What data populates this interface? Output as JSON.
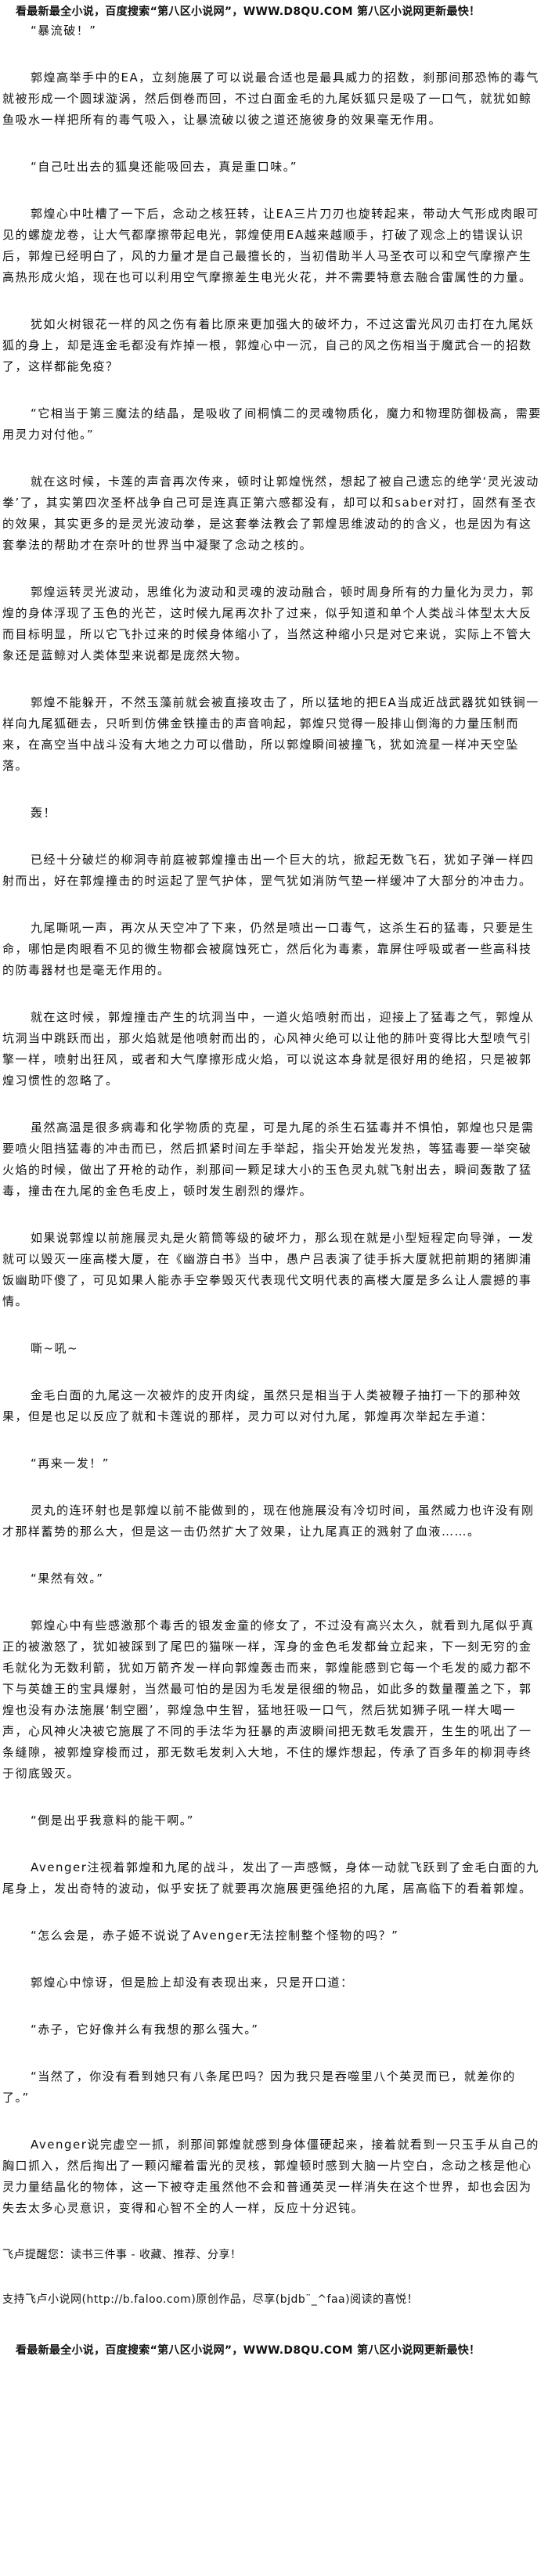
{
  "notice": "看最新最全小说，百度搜索“第八区小说网”，WWW.D8QU.COM 第八区小说网更新最快！",
  "paragraphs": [
    "“暴流破！”",
    "郭煌高举手中的EA，立刻施展了可以说最合适也是最具威力的招数，刹那间那恐怖的毒气就被形成一个圆球漩涡，然后倒卷而回，不过白面金毛的九尾妖狐只是吸了一口气，就犹如鲸鱼吸水一样把所有的毒气吸入，让暴流破以彼之道还施彼身的效果毫无作用。",
    "“自己吐出去的狐臭还能吸回去，真是重口味。”",
    "郭煌心中吐槽了一下后，念动之核狂转，让EA三片刀刃也旋转起来，带动大气形成肉眼可见的螺旋龙卷，让大气都摩擦带起电光，郭煌使用EA越来越顺手，打破了观念上的错误认识后，郭煌已经明白了，风的力量才是自己最擅长的，当初借助半人马圣衣可以和空气摩擦产生高热形成火焰，现在也可以利用空气摩擦差生电光火花，并不需要特意去融合雷属性的力量。",
    "犹如火树银花一样的风之伤有着比原来更加强大的破坏力，不过这雷光风刃击打在九尾妖狐的身上，却是连金毛都没有炸掉一根，郭煌心中一沉，自己的风之伤相当于魔武合一的招数了，这样都能免疫？",
    "“它相当于第三魔法的结晶，是吸收了间桐慎二的灵魂物质化，魔力和物理防御极高，需要用灵力对付他。”",
    "就在这时候，卡莲的声音再次传来，顿时让郭煌恍然，想起了被自己遗忘的绝学‘灵光波动拳’了，其实第四次圣杯战争自己可是连真正第六感都没有，却可以和saber对打，固然有圣衣的效果，其实更多的是灵光波动拳，是这套拳法教会了郭煌思维波动的的含义，也是因为有这套拳法的帮助才在奈叶的世界当中凝聚了念动之核的。",
    "郭煌运转灵光波动，思维化为波动和灵魂的波动融合，顿时周身所有的力量化为灵力，郭煌的身体浮现了玉色的光芒，这时候九尾再次扑了过来，似乎知道和单个人类战斗体型太大反而目标明显，所以它飞扑过来的时候身体缩小了，当然这种缩小只是对它来说，实际上不管大象还是蓝鲸对人类体型来说都是庞然大物。",
    "郭煌不能躲开，不然玉藻前就会被直接攻击了，所以猛地的把EA当成近战武器犹如铁锏一样向九尾狐砸去，只听到仿佛金铁撞击的声音响起，郭煌只觉得一股排山倒海的力量压制而来，在高空当中战斗没有大地之力可以借助，所以郭煌瞬间被撞飞，犹如流星一样冲天空坠落。",
    "轰！",
    "已经十分破烂的柳洞寺前庭被郭煌撞击出一个巨大的坑，掀起无数飞石，犹如子弹一样四射而出，好在郭煌撞击的时运起了罡气护体，罡气犹如消防气垫一样缓冲了大部分的冲击力。",
    "九尾嘶吼一声，再次从天空冲了下来，仍然是喷出一口毒气，这杀生石的猛毒，只要是生命，哪怕是肉眼看不见的微生物都会被腐蚀死亡，然后化为毒素，靠屏住呼吸或者一些高科技的防毒器材也是毫无作用的。",
    "就在这时候，郭煌撞击产生的坑洞当中，一道火焰喷射而出，迎接上了猛毒之气，郭煌从坑洞当中跳跃而出，那火焰就是他喷射而出的，心风神火绝可以让他的肺叶变得比大型喷气引擎一样，喷射出狂风，或者和大气摩擦形成火焰，可以说这本身就是很好用的绝招，只是被郭煌习惯性的忽略了。",
    "虽然高温是很多病毒和化学物质的克星，可是九尾的杀生石猛毒并不惧怕，郭煌也只是需要喷火阻挡猛毒的冲击而已，然后抓紧时间左手举起，指尖开始发光发热，等猛毒要一举突破火焰的时候，做出了开枪的动作，刹那间一颗足球大小的玉色灵丸就飞射出去，瞬间轰散了猛毒，撞击在九尾的金色毛皮上，顿时发生剧烈的爆炸。",
    "如果说郭煌以前施展灵丸是火箭筒等级的破坏力，那么现在就是小型短程定向导弹，一发就可以毁灭一座高楼大厦，在《幽游白书》当中，愚户吕表演了徒手拆大厦就把前期的猪脚浦饭幽助吓傻了，可见如果人能赤手空拳毁灭代表现代文明代表的高楼大厦是多么让人震撼的事情。",
    "嘶~吼~",
    "金毛白面的九尾这一次被炸的皮开肉绽，虽然只是相当于人类被鞭子抽打一下的那种效果，但是也足以反应了就和卡莲说的那样，灵力可以对付九尾，郭煌再次举起左手道：",
    "“再来一发！”",
    "灵丸的连环射也是郭煌以前不能做到的，现在他施展没有冷切时间，虽然威力也许没有刚才那样蓄势的那么大，但是这一击仍然扩大了效果，让九尾真正的溅射了血液……。",
    "“果然有效。”",
    "郭煌心中有些感激那个毒舌的银发金童的修女了，不过没有高兴太久，就看到九尾似乎真正的被激怒了，犹如被踩到了尾巴的猫咪一样，浑身的金色毛发都耸立起来，下一刻无穷的金毛就化为无数利箭，犹如万箭齐发一样向郭煌轰击而来，郭煌能感到它每一个毛发的威力都不下与英雄王的宝具爆射，当然最可怕的是因为毛发是很细的物品，如此多的数量覆盖之下，郭煌也没有办法施展‘制空圈’，郭煌急中生智，猛地狂吸一口气，然后犹如狮子吼一样大喝一声，心风神火决被它施展了不同的手法华为狂暴的声波瞬间把无数毛发震开，生生的吼出了一条缝隙，被郭煌穿梭而过，那无数毛发刺入大地，不住的爆炸想起，传承了百多年的柳洞寺终于彻底毁灭。",
    "“倒是出乎我意料的能干啊。”",
    "Avenger注视着郭煌和九尾的战斗，发出了一声感慨，身体一动就飞跃到了金毛白面的九尾身上，发出奇特的波动，似乎安抚了就要再次施展更强绝招的九尾，居高临下的看着郭煌。",
    "“怎么会是，赤子姬不说说了Avenger无法控制整个怪物的吗？”",
    "郭煌心中惊讶，但是脸上却没有表现出来，只是开口道：",
    "“赤子，它好像并么有我想的那么强大。”",
    "“当然了，你没有看到她只有八条尾巴吗？因为我只是吞噬里八个英灵而已，就差你的了。”",
    "Avenger说完虚空一抓，刹那间郭煌就感到身体僵硬起来，接着就看到一只玉手从自己的胸口抓入，然后掏出了一颗闪耀着雷光的灵核，郭煌顿时感到大脑一片空白，念动之核是他心灵力量结晶化的物体，这一下被夺走虽然他不会和普通英灵一样消失在这个世界，却也会因为失去太多心灵意识，变得和心智不全的人一样，反应十分迟钝。"
  ],
  "footer": {
    "reminder": "飞卢提醒您：读书三件事 - 收藏、推荐、分享！",
    "support": "支持飞卢小说网(http://b.faloo.com)原创作品，尽享(bjdb¨_^faa)阅读的喜悦！"
  }
}
